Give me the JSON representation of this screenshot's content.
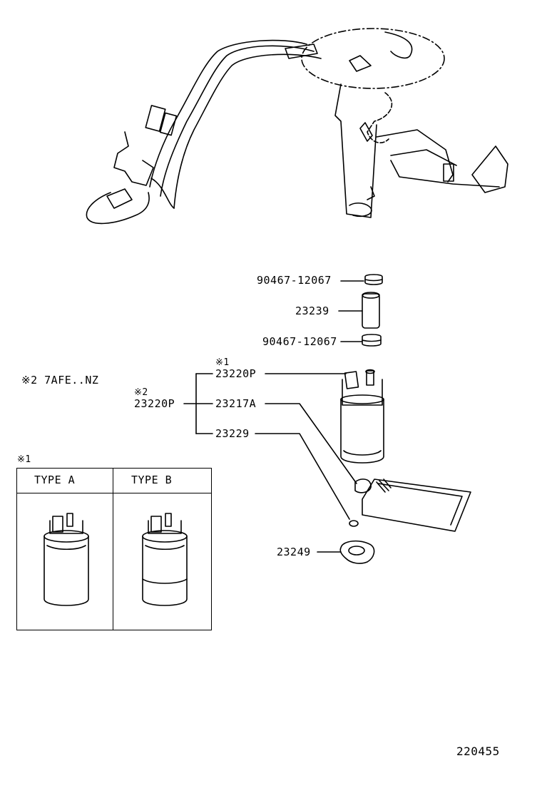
{
  "parts": {
    "clip_top": "90467-12067",
    "hose": "23239",
    "clip_bottom": "90467-12067",
    "pump_left_ref": "23220P",
    "pump_right_ref": "23220P",
    "filter": "23217A",
    "cushion": "23229",
    "retainer": "23249"
  },
  "notes": {
    "mark1": "※1",
    "mark2": "※2",
    "mark2_text": "※2 7AFE..NZ"
  },
  "inset": {
    "mark": "※1",
    "type_a": "TYPE A",
    "type_b": "TYPE B"
  },
  "figure_number": "220455"
}
